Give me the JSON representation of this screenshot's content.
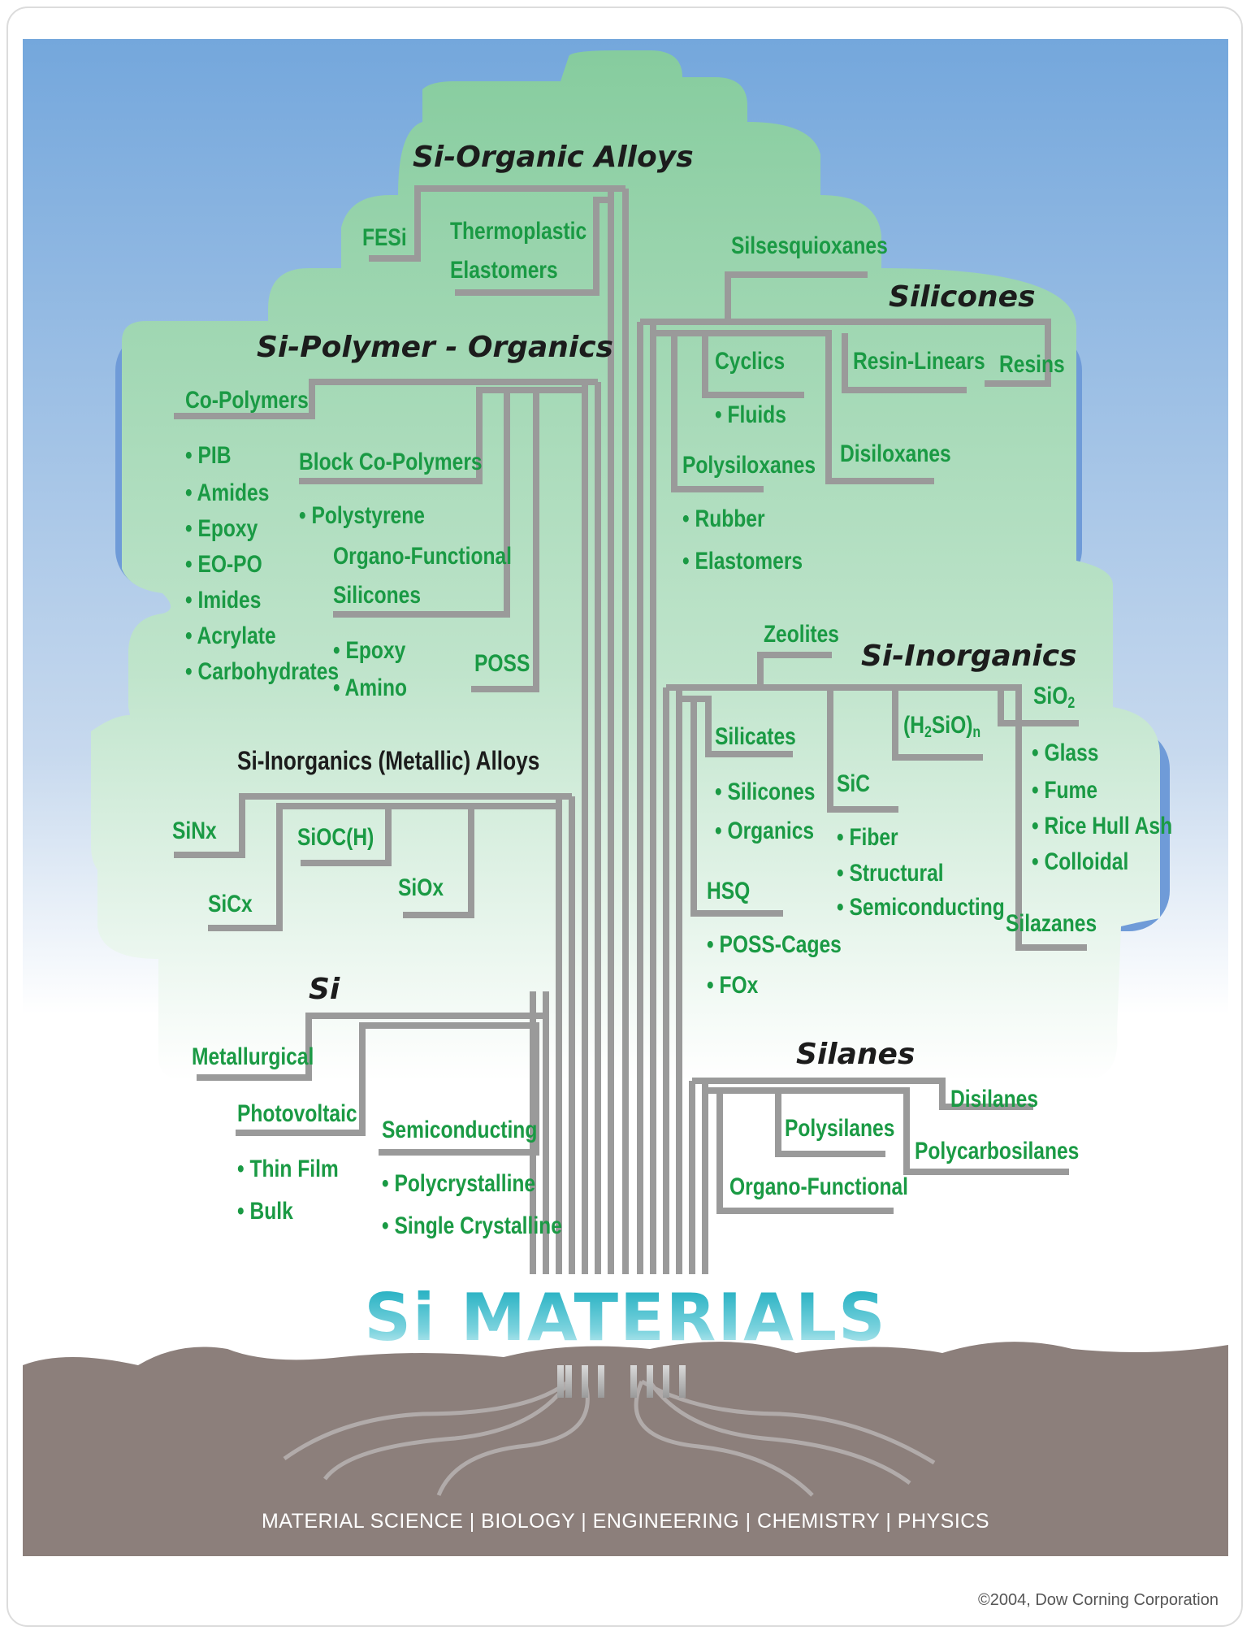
{
  "title": "Si MATERIALS",
  "disciplines": "MATERIAL SCIENCE | BIOLOGY | ENGINEERING | CHEMISTRY | PHYSICS",
  "copyright": "©2004, Dow Corning Corporation",
  "colors": {
    "sky_top": "#74a7dc",
    "foliage": "#8dcfa2",
    "ground": "#8c7f7b",
    "branch": "#9a9a9a",
    "label": "#1a9a44",
    "heading": "#1c1c1c"
  },
  "groups": {
    "si_organic_alloys": {
      "heading": "Si-Organic Alloys",
      "items": [
        "FESi",
        "Thermoplastic",
        "Elastomers"
      ]
    },
    "si_polymer_organics": {
      "heading": "Si-Polymer - Organics",
      "co_polymers": "Co-Polymers",
      "co_polymer_items": [
        "PIB",
        "Amides",
        "Epoxy",
        "EO-PO",
        "Imides",
        "Acrylate",
        "Carbohydrates"
      ],
      "block_co_polymers": "Block Co-Polymers",
      "polystyrene": "Polystyrene",
      "organo_functional": "Organo-Functional",
      "silicones_word": "Silicones",
      "organo_items": [
        "Epoxy",
        "Amino"
      ],
      "poss": "POSS"
    },
    "silicones": {
      "heading": "Silicones",
      "silsesquioxanes": "Silsesquioxanes",
      "cyclics": "Cyclics",
      "fluids": "Fluids",
      "resin_linears": "Resin-Linears",
      "resins": "Resins",
      "polysiloxanes": "Polysiloxanes",
      "poly_items": [
        "Rubber",
        "Elastomers"
      ],
      "disiloxanes": "Disiloxanes"
    },
    "si_inorganics": {
      "heading": "Si-Inorganics",
      "zeolites": "Zeolites",
      "silicates": "Silicates",
      "silicate_items": [
        "Silicones",
        "Organics"
      ],
      "sic": "SiC",
      "sic_items": [
        "Fiber",
        "Structural",
        "Semiconducting"
      ],
      "h2sio_open": "(H",
      "h2sio_sub": "2",
      "h2sio_mid": "SiO)",
      "h2sio_n": "n",
      "sio2": "SiO",
      "sio2_sub": "2",
      "sio2_items": [
        "Glass",
        "Fume",
        "Rice Hull Ash",
        "Colloidal"
      ],
      "hsq": "HSQ",
      "hsq_items": [
        "POSS-Cages",
        "FOx"
      ],
      "silazanes": "Silazanes"
    },
    "si_inorganic_metallic": {
      "heading": "Si-Inorganics (Metallic) Alloys",
      "items": [
        "SiNx",
        "SiOC(H)",
        "SiCx",
        "SiOx"
      ]
    },
    "si": {
      "heading": "Si",
      "metallurgical": "Metallurgical",
      "photovoltaic": "Photovoltaic",
      "pv_items": [
        "Thin Film",
        "Bulk"
      ],
      "semiconducting": "Semiconducting",
      "semi_items": [
        "Polycrystalline",
        "Single Crystalline"
      ]
    },
    "silanes": {
      "heading": "Silanes",
      "items": [
        "Disilanes",
        "Polysilanes",
        "Polycarbosilanes",
        "Organo-Functional"
      ]
    }
  }
}
